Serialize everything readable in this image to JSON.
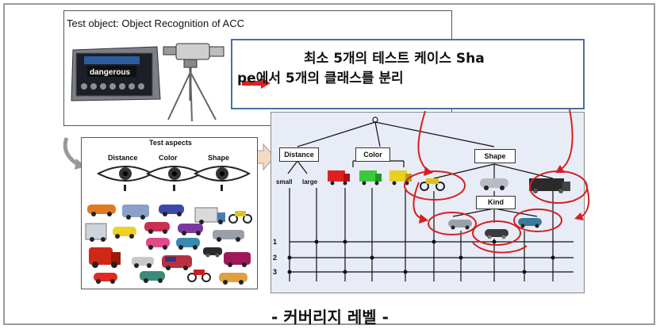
{
  "test_object": {
    "title": "Test object: Object Recognition of ACC",
    "radio_label": "dangerous"
  },
  "callout": {
    "line1": "최소 5개의 테스트 케이스  Sha",
    "line2": "pe에서 5개의 클래스를 분리",
    "arrow_color": "#e02020"
  },
  "aspects": {
    "title": "Test aspects",
    "labels": [
      "Distance",
      "Color",
      "Shape"
    ]
  },
  "tree": {
    "distance": "Distance",
    "color": "Color",
    "shape": "Shape",
    "kind": "Kind",
    "small": "small",
    "large": "large",
    "rows": [
      "1",
      "2",
      "3"
    ],
    "truck_colors": [
      "#e02020",
      "#3cc83c",
      "#e8d020"
    ],
    "annotation_color": "#d42020"
  },
  "footer": "- 커버리지 레벨 -"
}
